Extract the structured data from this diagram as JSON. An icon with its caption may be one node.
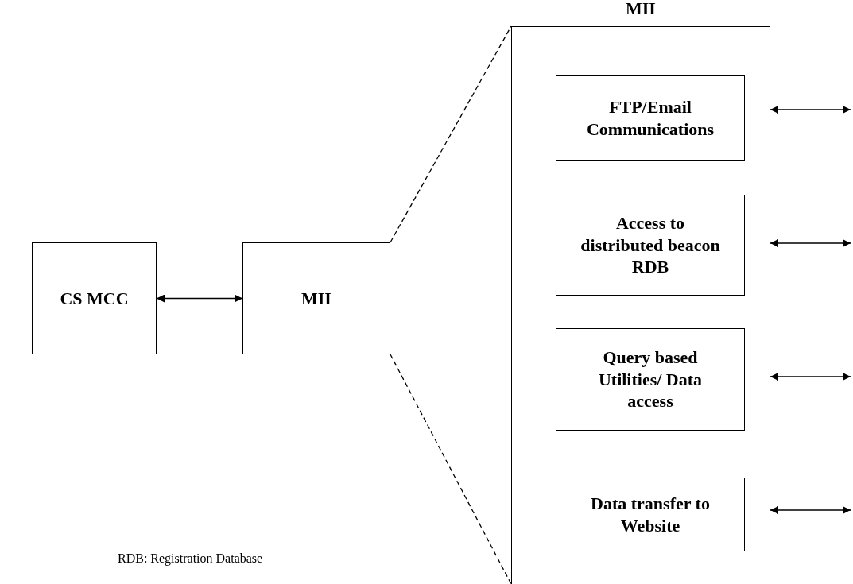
{
  "diagram": {
    "nodes": [
      {
        "text": [
          "CS MCC"
        ]
      },
      {
        "text": [
          "MII"
        ]
      },
      {
        "text": [
          "MII"
        ]
      },
      {
        "text": [
          "FTP/Email Communications"
        ],
        "in": 2
      },
      {
        "text": [
          "Access to distributed beacon RDB"
        ],
        "in": 2
      },
      {
        "text": [
          "Query based Utilities/ Data access"
        ],
        "in": 2
      },
      {
        "text": [
          "Data transfer to Website"
        ],
        "in": 2
      }
    ],
    "edges": [
      {
        "from": 0,
        "to": 1,
        "arrow": "both"
      },
      {
        "from": 1,
        "to": 2,
        "arrow": "none",
        "style": "dashed"
      },
      {
        "from": 1,
        "to": 2,
        "arrow": "none",
        "style": "dashed"
      },
      {
        "from": 2,
        "to": null,
        "arrow": "both"
      },
      {
        "from": 2,
        "to": null,
        "arrow": "both"
      },
      {
        "from": 2,
        "to": null,
        "arrow": "both"
      },
      {
        "from": 2,
        "to": null,
        "arrow": "both"
      }
    ],
    "labels": [
      "RDB:  Registration Database"
    ]
  }
}
